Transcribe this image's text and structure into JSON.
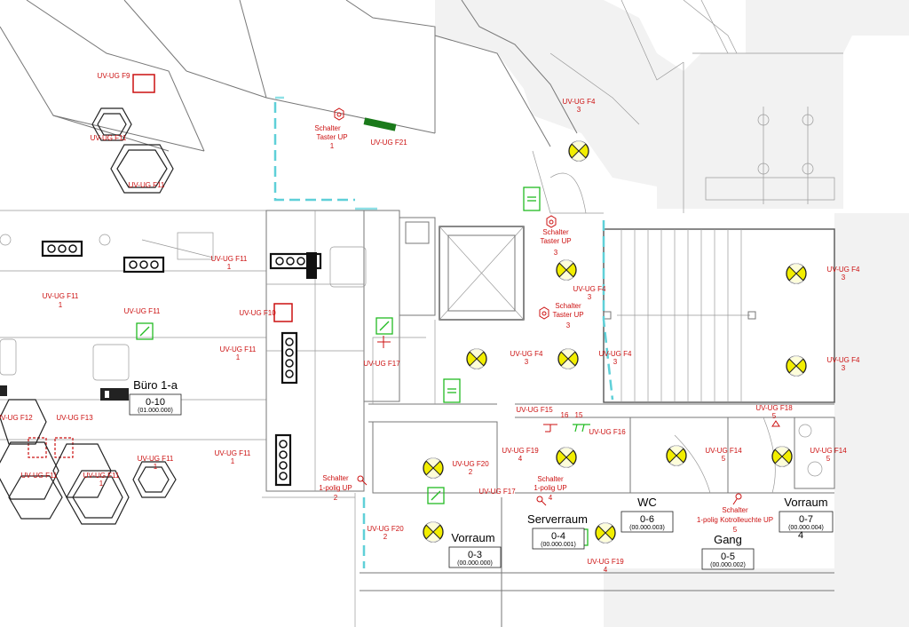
{
  "rooms": [
    {
      "name": "Büro 1-a",
      "number": "0-10",
      "code": "(01.000.000)"
    },
    {
      "name": "Vorraum",
      "number": "0-3",
      "code": "(00.000.000)"
    },
    {
      "name": "Serverraum",
      "number": "0-4",
      "code": "(00.000.001)"
    },
    {
      "name": "WC",
      "number": "0-6",
      "code": "(00.000.003)"
    },
    {
      "name": "Gang",
      "number": "0-5",
      "code": "(00.000.002)"
    },
    {
      "name": "Vorraum",
      "number": "0-7",
      "code": "(00.000.004)",
      "extra": "4"
    }
  ],
  "labels": {
    "f9": "UV-UG F9",
    "f11": "UV-UG F11",
    "f12": "UV-UG F12",
    "f13": "UV-UG F13",
    "f10": "UV-UG F10",
    "f17": "UV-UG F17",
    "f21": "UV-UG F21",
    "f4": "UV-UG F4",
    "f15": "UV-UG F15",
    "f16": "UV-UG F16",
    "f18": "UV-UG F18",
    "f19": "UV-UG F19",
    "f20": "UV-UG F20",
    "f14": "UV-UG F14",
    "n1": "1",
    "n2": "2",
    "n3": "3",
    "n4": "4",
    "n5": "5",
    "n15": "15",
    "n16": "16",
    "schalter": "Schalter",
    "taster_up": "Taster UP",
    "einpolig_up": "1-polig UP",
    "kontroll": "1-polig Kotrolleuchte UP"
  },
  "colors": {
    "annotation": "#cc1111",
    "lamp": "#f2ee00",
    "device_green": "#22bb22",
    "cyan_line": "#5fd0d8",
    "wall": "#777777"
  },
  "icons": {
    "lamp": "ceiling-lamp-icon",
    "luminaire_row": "luminaire-row-icon",
    "switch": "switch-icon",
    "push_button": "push-button-icon",
    "emergency_sign": "emergency-exit-sign-icon",
    "panel": "distribution-panel-icon"
  }
}
